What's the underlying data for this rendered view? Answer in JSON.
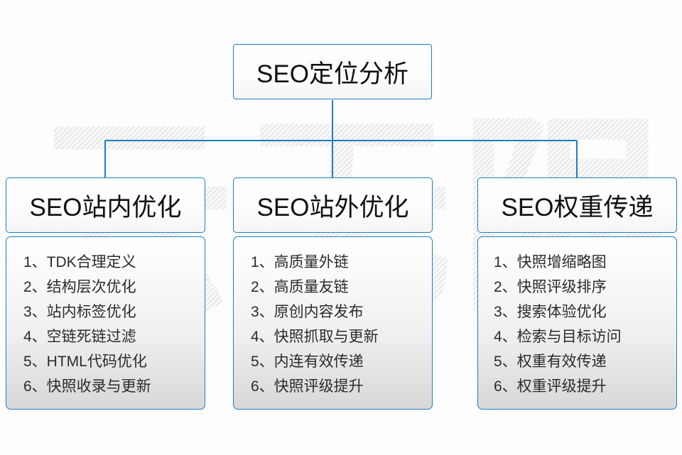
{
  "diagram": {
    "type": "org-chart",
    "accent_color": "#1b7fc3",
    "background_color": "#fdfdfd",
    "watermark_text": "云无限",
    "root": {
      "title": "SEO定位分析"
    },
    "branches": [
      {
        "title": "SEO站内优化",
        "items": [
          "1、TDK合理定义",
          "2、结构层次优化",
          "3、站内标签优化",
          "4、空链死链过滤",
          "5、HTML代码优化",
          "6、快照收录与更新"
        ]
      },
      {
        "title": "SEO站外优化",
        "items": [
          "1、高质量外链",
          "2、高质量友链",
          "3、原创内容发布",
          "4、快照抓取与更新",
          "5、内连有效传递",
          "6、快照评级提升"
        ]
      },
      {
        "title": "SEO权重传递",
        "items": [
          "1、快照增缩略图",
          "2、快照评级排序",
          "3、搜索体验优化",
          "4、检索与目标访问",
          "5、权重有效传递",
          "6、权重评级提升"
        ]
      }
    ]
  }
}
